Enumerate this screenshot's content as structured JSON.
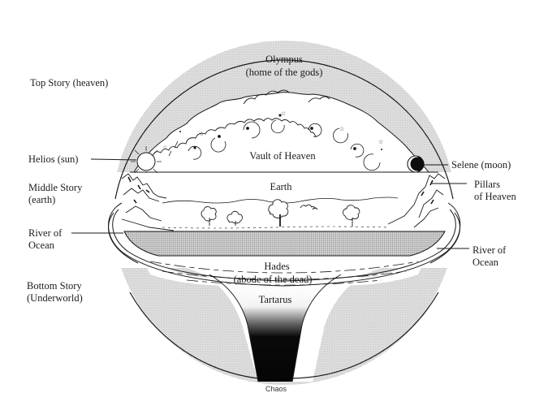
{
  "title": "Greek three-story universe",
  "side_labels": {
    "top_story": "Top Story (heaven)",
    "helios": "Helios (sun)",
    "middle_story_line1": "Middle Story",
    "middle_story_line2": "(earth)",
    "river_left_line1": "River of",
    "river_left_line2": "Ocean",
    "bottom_story_line1": "Bottom Story",
    "bottom_story_line2": "(Underworld)",
    "selene": "Selene (moon)",
    "pillars_line1": "Pillars",
    "pillars_line2": "of Heaven",
    "river_right_line1": "River of",
    "river_right_line2": "Ocean"
  },
  "regions": {
    "olympus_line1": "Olympus",
    "olympus_line2": "(home of the gods)",
    "vault": "Vault of Heaven",
    "earth": "Earth",
    "hades_line1": "Hades",
    "hades_line2": "(abode of the dead)",
    "tartarus": "Tartarus",
    "chaos": "Chaos"
  },
  "colors": {
    "ink": "#1a1a1a",
    "stipple": "#cfcfcf",
    "paper": "#ffffff",
    "abyss": "#0a0a0a"
  }
}
